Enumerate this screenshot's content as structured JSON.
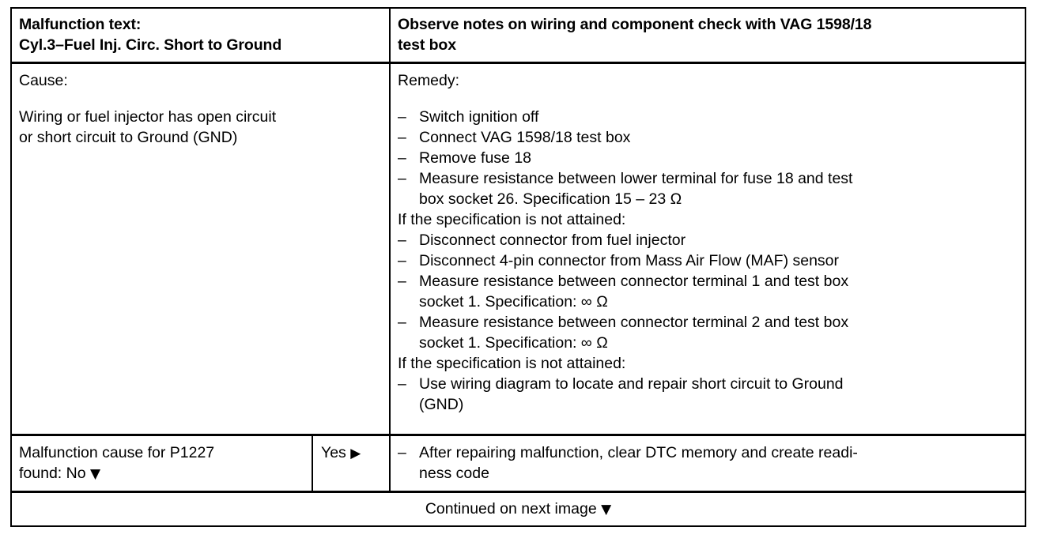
{
  "document": {
    "type": "service-manual-fault-table",
    "header": {
      "malfunction_label": "Malfunction text:",
      "malfunction_value": "Cyl.3–Fuel Inj. Circ. Short to Ground",
      "note_line1": "Observe notes on wiring and component check with VAG 1598/18",
      "note_line2": "test box"
    },
    "cause": {
      "label": "Cause:",
      "line1": "Wiring or fuel injector has open circuit",
      "line2": "or short circuit to Ground (GND)"
    },
    "remedy": {
      "label": "Remedy:",
      "steps": [
        {
          "kind": "dash",
          "dash": "–",
          "line1": "Switch ignition off",
          "line2": ""
        },
        {
          "kind": "dash",
          "dash": "–",
          "line1": "Connect VAG 1598/18 test box",
          "line2": ""
        },
        {
          "kind": "dash",
          "dash": "–",
          "line1": "Remove fuse 18",
          "line2": ""
        },
        {
          "kind": "dash",
          "dash": "–",
          "line1": "Measure resistance between lower terminal for fuse 18 and test",
          "line2": "box socket 26.  Specification 15 – 23 Ω"
        },
        {
          "kind": "plain",
          "dash": "",
          "line1": "If the specification is not attained:",
          "line2": ""
        },
        {
          "kind": "dash",
          "dash": "–",
          "line1": "Disconnect connector from fuel injector",
          "line2": ""
        },
        {
          "kind": "dash",
          "dash": "–",
          "line1": "Disconnect 4-pin connector from Mass Air Flow (MAF) sensor",
          "line2": ""
        },
        {
          "kind": "dash",
          "dash": "–",
          "line1": "Measure resistance between connector terminal 1 and test box",
          "line2": "socket 1.  Specification: ∞ Ω"
        },
        {
          "kind": "dash",
          "dash": "–",
          "line1": "Measure resistance between connector terminal 2 and test box",
          "line2": "socket 1.  Specification: ∞ Ω"
        },
        {
          "kind": "plain",
          "dash": "",
          "line1": "If the specification is not attained:",
          "line2": ""
        },
        {
          "kind": "dash",
          "dash": "–",
          "line1": "Use wiring diagram to locate and repair short circuit to Ground",
          "line2": "(GND)"
        }
      ]
    },
    "decision": {
      "question_line1": "Malfunction cause for P1227",
      "question_line2_prefix": "found: No ",
      "no_marker": "▼",
      "yes_label": "Yes ",
      "yes_marker": "▶",
      "action_dash": "–",
      "action_line1": "After repairing malfunction, clear DTC memory and create readi-",
      "action_line2": "ness code"
    },
    "footer": {
      "text_prefix": "Continued on next image ",
      "marker": "▼"
    }
  }
}
